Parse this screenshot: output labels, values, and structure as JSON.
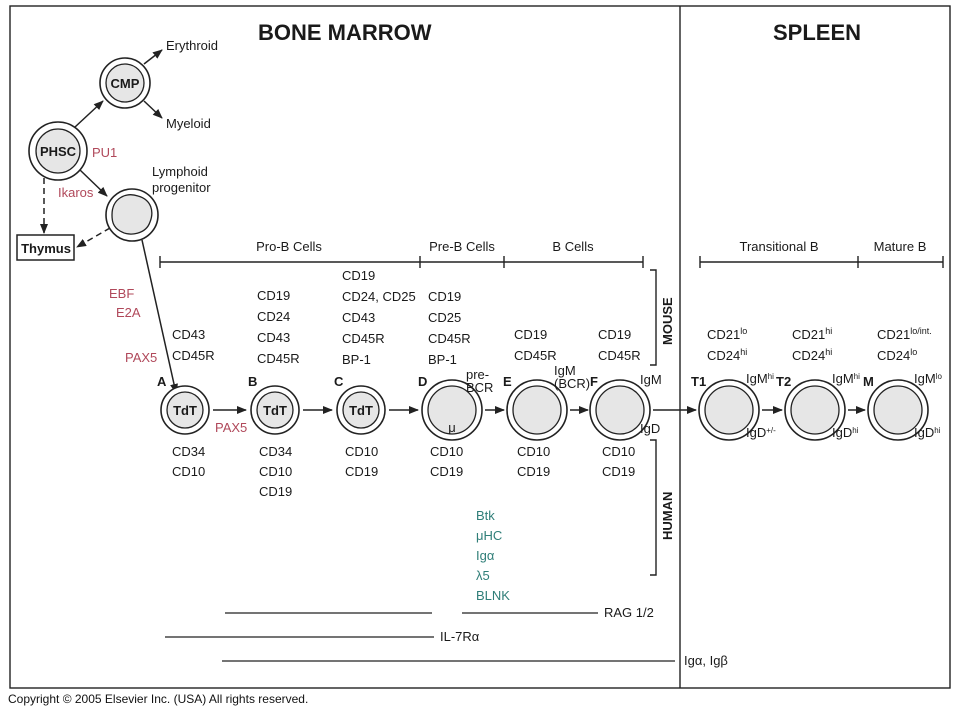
{
  "sections": {
    "bone_marrow": "BONE MARROW",
    "spleen": "SPLEEN"
  },
  "early": {
    "cmp": "CMP",
    "phsc": "PHSC",
    "erythroid": "Erythroid",
    "myeloid": "Myeloid",
    "pu1": "PU1",
    "lymphoid_1": "Lymphoid",
    "lymphoid_2": "progenitor",
    "ikaros": "Ikaros",
    "thymus": "Thymus",
    "ebf": "EBF",
    "e2a": "E2A",
    "pax5": "PAX5"
  },
  "stage_groups": {
    "pro_b": "Pro-B Cells",
    "pre_b": "Pre-B Cells",
    "b_cells": "B Cells",
    "transitional": "Transitional B",
    "mature": "Mature B"
  },
  "species": {
    "mouse": "MOUSE",
    "human": "HUMAN"
  },
  "cells": {
    "a": {
      "letter": "A",
      "inner": "TdT"
    },
    "b": {
      "letter": "B",
      "inner": "TdT"
    },
    "c": {
      "letter": "C",
      "inner": "TdT"
    },
    "d": {
      "letter": "D",
      "inner": "μ",
      "side_1": "pre-",
      "side_2": "BCR"
    },
    "e": {
      "letter": "E",
      "side_1": "IgM",
      "side_2": "(BCR)"
    },
    "f": {
      "letter": "F",
      "side_top": "IgM",
      "side_bottom": "IgD"
    },
    "t1": {
      "letter": "T1",
      "igm": "IgM",
      "igm_sup": "hi",
      "igd": "IgD",
      "igd_sup": "+/-"
    },
    "t2": {
      "letter": "T2",
      "igm": "IgM",
      "igm_sup": "hi",
      "igd": "IgD",
      "igd_sup": "hi"
    },
    "m": {
      "letter": "M",
      "igm": "IgM",
      "igm_sup": "lo",
      "igd": "IgD",
      "igd_sup": "hi"
    }
  },
  "pax5_arrow": "PAX5",
  "mouse_markers": {
    "a": [
      "CD43",
      "CD45R"
    ],
    "b": [
      "CD19",
      "CD24",
      "CD43",
      "CD45R"
    ],
    "c": [
      "CD19",
      "CD24, CD25",
      "CD43",
      "CD45R",
      "BP-1"
    ],
    "d": [
      "CD19",
      "CD25",
      "CD45R",
      "BP-1"
    ],
    "e": [
      "CD19",
      "CD45R"
    ],
    "f": [
      "CD19",
      "CD45R"
    ],
    "t1": [
      {
        "base": "CD21",
        "sup": "lo"
      },
      {
        "base": "CD24",
        "sup": "hi"
      }
    ],
    "t2": [
      {
        "base": "CD21",
        "sup": "hi"
      },
      {
        "base": "CD24",
        "sup": "hi"
      }
    ],
    "m": [
      {
        "base": "CD21",
        "sup": "lo/int."
      },
      {
        "base": "CD24",
        "sup": "lo"
      }
    ]
  },
  "human_markers": {
    "a": [
      "CD34",
      "CD10"
    ],
    "b": [
      "CD34",
      "CD10",
      "CD19"
    ],
    "c": [
      "CD10",
      "CD19"
    ],
    "d": [
      "CD10",
      "CD19"
    ],
    "e": [
      "CD10",
      "CD19"
    ],
    "f": [
      "CD10",
      "CD19"
    ]
  },
  "genes": [
    "Btk",
    "μHC",
    "Igα",
    "λ5",
    "BLNK"
  ],
  "expression_bars": {
    "rag": "RAG 1/2",
    "il7r": "IL-7Rα",
    "ig": "Igα, Igβ"
  },
  "copyright": "Copyright © 2005 Elsevier Inc. (USA) All rights reserved.",
  "colors": {
    "transcription_factor": "#b0485a",
    "gene": "#2f7e78",
    "cell_fill": "#e6e6e6"
  }
}
